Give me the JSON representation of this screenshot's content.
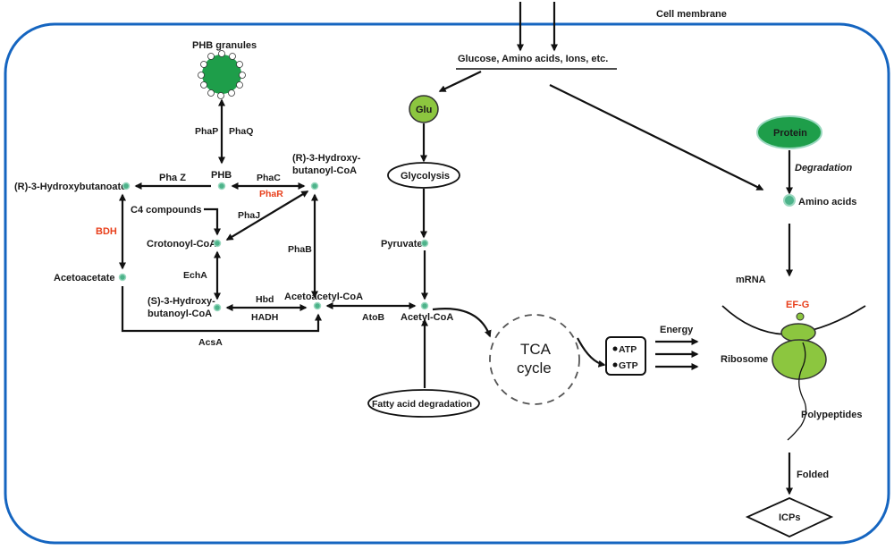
{
  "diagram": {
    "cell_membrane": "Cell membrane",
    "inputs": "Glucose, Amino acids, Ions, etc.",
    "phb_granules": "PHB granules",
    "phap": "PhaP",
    "phaq": "PhaQ",
    "phb": "PHB",
    "r3hb": "(R)-3-Hydroxybutanoate",
    "phaz": "Pha Z",
    "phac": "PhaC",
    "phar": "PhaR",
    "r3hbcoa_1": "(R)-3-Hydroxy-",
    "r3hbcoa_2": "butanoyl-CoA",
    "bdh": "BDH",
    "c4": "C4 compounds",
    "phaj": "PhaJ",
    "crotonoyl": "Crotonoyl-CoA",
    "phab": "PhaB",
    "echa": "EchA",
    "acetoacetate": "Acetoacetate",
    "s3hb_1": "(S)-3-Hydroxy-",
    "s3hb_2": "butanoyl-CoA",
    "hbd": "Hbd",
    "hadh": "HADH",
    "acetoacetylcoa": "Acetoacetyl-CoA",
    "acsa": "AcsA",
    "atob": "AtoB",
    "glu": "Glu",
    "glycolysis": "Glycolysis",
    "pyruvate": "Pyruvate",
    "acetylcoa": "Acetyl-CoA",
    "fatty_acid": "Fatty acid degradation",
    "tca_1": "TCA",
    "tca_2": "cycle",
    "atp": "ATP",
    "gtp": "GTP",
    "energy": "Energy",
    "protein": "Protein",
    "degradation": "Degradation",
    "amino_acids": "Amino acids",
    "mrna": "mRNA",
    "efg": "EF-G",
    "ribosome": "Ribosome",
    "polypeptides": "Polypeptides",
    "folded": "Folded",
    "icps": "ICPs"
  },
  "colors": {
    "membrane": "#1565c0",
    "green_dark": "#1e9e4a",
    "green_light": "#8cc63f",
    "red_label": "#e8401c",
    "metabolite_dot": "#4db38a"
  }
}
